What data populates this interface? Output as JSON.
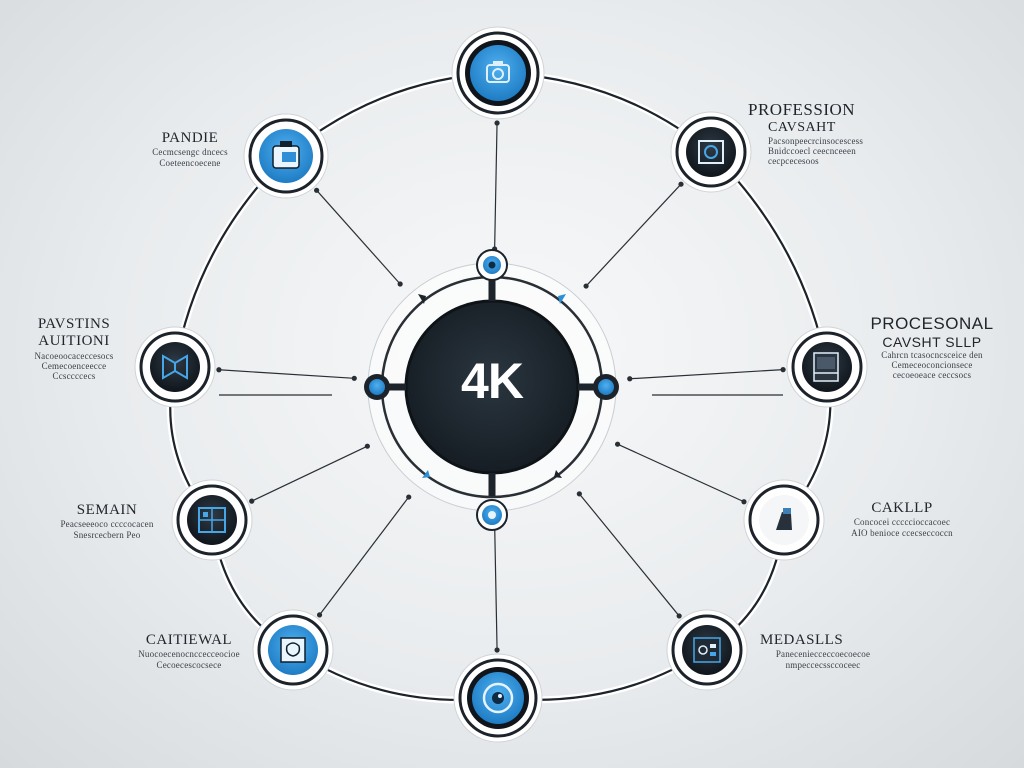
{
  "center": {
    "label": "4K"
  },
  "colors": {
    "ring": "#1c232a",
    "accent": "#2f8fd6",
    "center_fill": "#1f2830",
    "line": "#2a2f35",
    "background": "#e9ecee"
  },
  "nodes": [
    {
      "id": "top",
      "icon": "camera-icon",
      "style": "blue-dark"
    },
    {
      "id": "top-right",
      "icon": "video-camera-icon",
      "style": "dark",
      "title_lines": [
        "PROFESSION",
        "CAVSAHT"
      ],
      "desc_lines": [
        "Pacsonpeecrcinsocescess",
        "Bnidccoecl ceecnceeen",
        "cecpcecesoos"
      ]
    },
    {
      "id": "right",
      "icon": "monitor-icon",
      "style": "dark",
      "title_lines": [
        "PROCESONAL",
        "CAVSHT SLLP"
      ],
      "desc_lines": [
        "Cahrcn tcasocncsceice den",
        "Cemeceoconcionsece",
        "cecoeoeace ceccsocs"
      ]
    },
    {
      "id": "lower-right",
      "icon": "tripod-icon",
      "style": "light",
      "title_lines": [
        "CAKLLP"
      ],
      "desc_lines": [
        "Concocei cccccioccacoec",
        "AIO benioce ccecseccoccn"
      ]
    },
    {
      "id": "bottom-right",
      "icon": "recorder-icon",
      "style": "dark",
      "title_lines": [
        "MEDASLLS"
      ],
      "desc_lines": [
        "Paneceniecceccoecoecoe",
        "nmpeccecssccoceec"
      ]
    },
    {
      "id": "bottom",
      "icon": "lens-icon",
      "style": "blue-dark"
    },
    {
      "id": "bottom-left",
      "icon": "frame-icon",
      "style": "blue",
      "title_lines": [
        "CAITIEWAL"
      ],
      "desc_lines": [
        "Nuocoecenocnccecceocioe",
        "Cecoecescocsece"
      ]
    },
    {
      "id": "lower-left",
      "icon": "grid-icon",
      "style": "dark",
      "title_lines": [
        "SEMAIN"
      ],
      "desc_lines": [
        "Peacseeeoco ccccocacen",
        "Snesrcecbern Peo"
      ]
    },
    {
      "id": "left",
      "icon": "film-icon",
      "style": "dark",
      "title_lines": [
        "PAVSTINS",
        "AUITIONI"
      ],
      "desc_lines": [
        "Nacoeoocaceccesocs",
        "Cemecoenceecce",
        "Ccsccccecs"
      ]
    },
    {
      "id": "top-left",
      "icon": "camera-body-icon",
      "style": "blue",
      "title_lines": [
        "PANDIE"
      ],
      "desc_lines": [
        "Cecmcsengc dncecs",
        "Coeteencoecene"
      ]
    }
  ]
}
